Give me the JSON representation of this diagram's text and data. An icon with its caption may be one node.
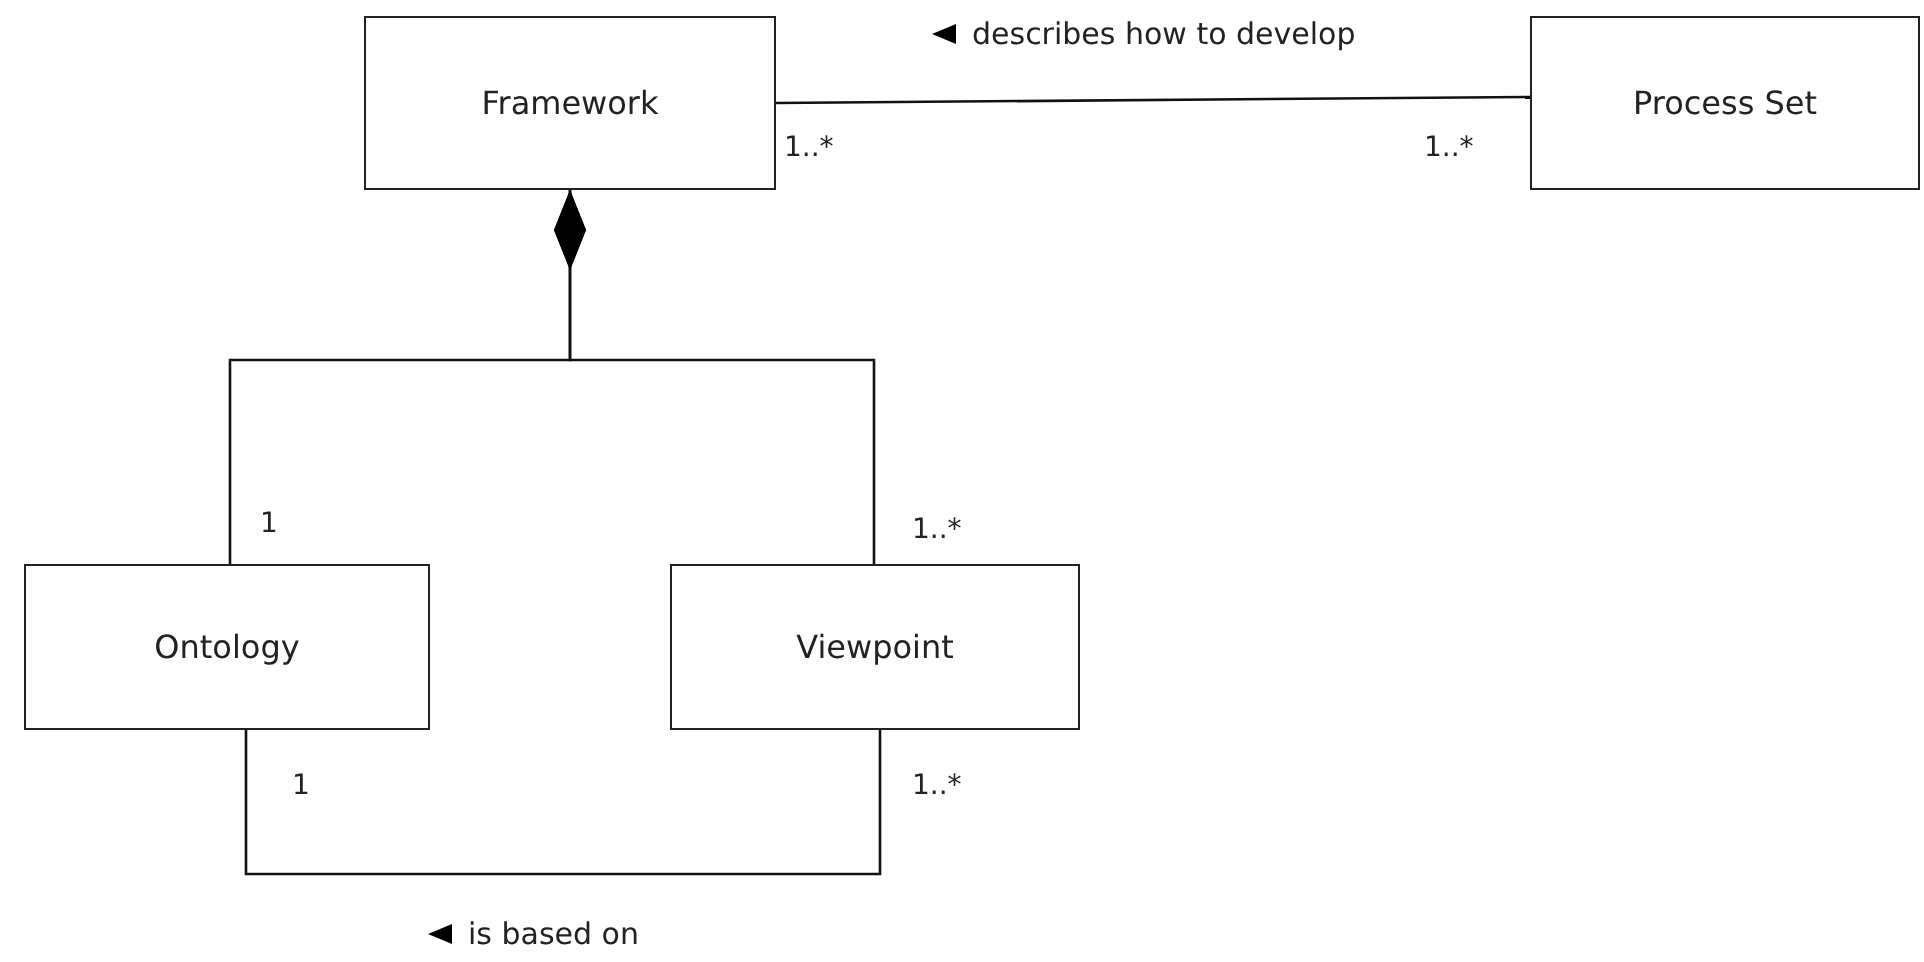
{
  "diagram": {
    "nodes": [
      {
        "text": [
          "Framework"
        ]
      },
      {
        "text": [
          "Process Set"
        ]
      },
      {
        "text": [
          "Ontology"
        ]
      },
      {
        "text": [
          "Viewpoint"
        ]
      }
    ],
    "edges": [
      {
        "from": 0,
        "to": 1,
        "arrow": "none",
        "label": "describes how to develop"
      },
      {
        "from": 0,
        "to": 2,
        "arrow": "other"
      },
      {
        "from": 0,
        "to": 3,
        "arrow": "other"
      },
      {
        "from": 2,
        "to": 3,
        "arrow": "none",
        "label": "is based on"
      }
    ],
    "labels": [
      "1..*",
      "1..*",
      "1",
      "1..*",
      "1",
      "1..*"
    ]
  }
}
